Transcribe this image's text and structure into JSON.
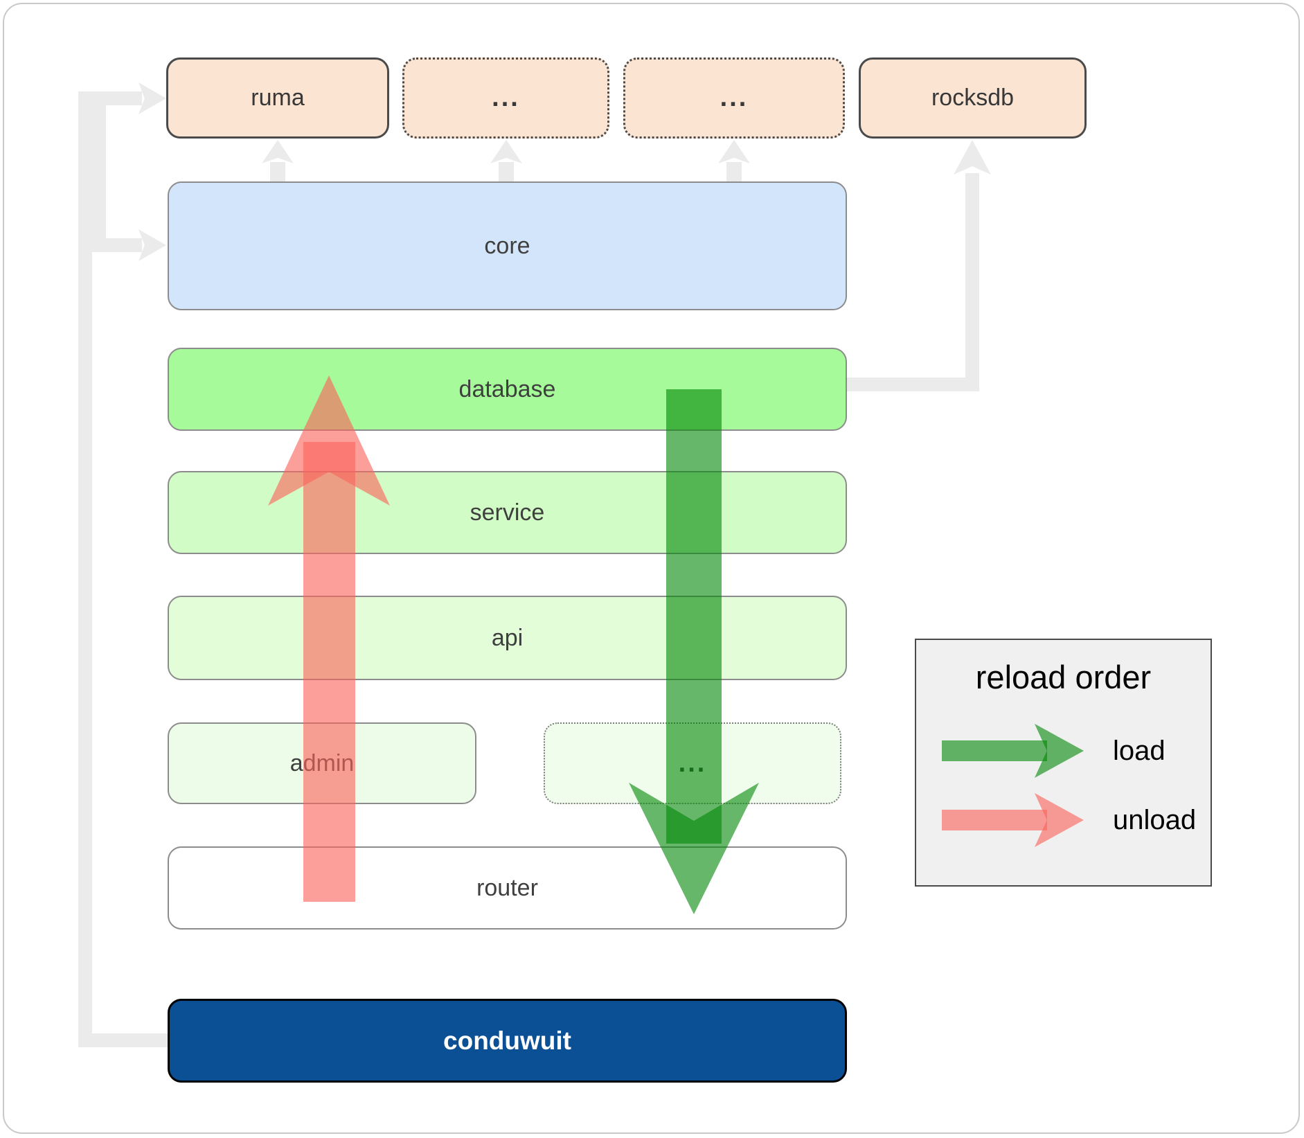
{
  "diagram": {
    "top_row": [
      {
        "id": "ruma",
        "label": "ruma",
        "border": "solid"
      },
      {
        "id": "ellipsis-top-1",
        "label": "...",
        "border": "dotted"
      },
      {
        "id": "ellipsis-top-2",
        "label": "...",
        "border": "dotted"
      },
      {
        "id": "rocksdb",
        "label": "rocksdb",
        "border": "solid"
      }
    ],
    "layers": [
      {
        "id": "core",
        "label": "core"
      },
      {
        "id": "database",
        "label": "database"
      },
      {
        "id": "service",
        "label": "service"
      },
      {
        "id": "api",
        "label": "api"
      }
    ],
    "admin_row": [
      {
        "id": "admin",
        "label": "admin",
        "border": "solid"
      },
      {
        "id": "ellipsis-bottom",
        "label": "...",
        "border": "dotted"
      }
    ],
    "router": {
      "label": "router"
    },
    "conduwuit": {
      "label": "conduwuit"
    },
    "legend": {
      "title": "reload order",
      "items": [
        {
          "label": "load",
          "color": "#008705"
        },
        {
          "label": "unload",
          "color": "#fa645c"
        }
      ]
    },
    "colors": {
      "load_arrow": "#008705",
      "unload_arrow": "#fa645c",
      "conduwuit_bg": "#0b4f94",
      "database_bg": "#a6fa9a",
      "core_bg": "#d3e5fa",
      "top_box_bg": "#fce4d2",
      "connector": "#ebebeb",
      "legend_bg": "#f0f0f0"
    }
  }
}
